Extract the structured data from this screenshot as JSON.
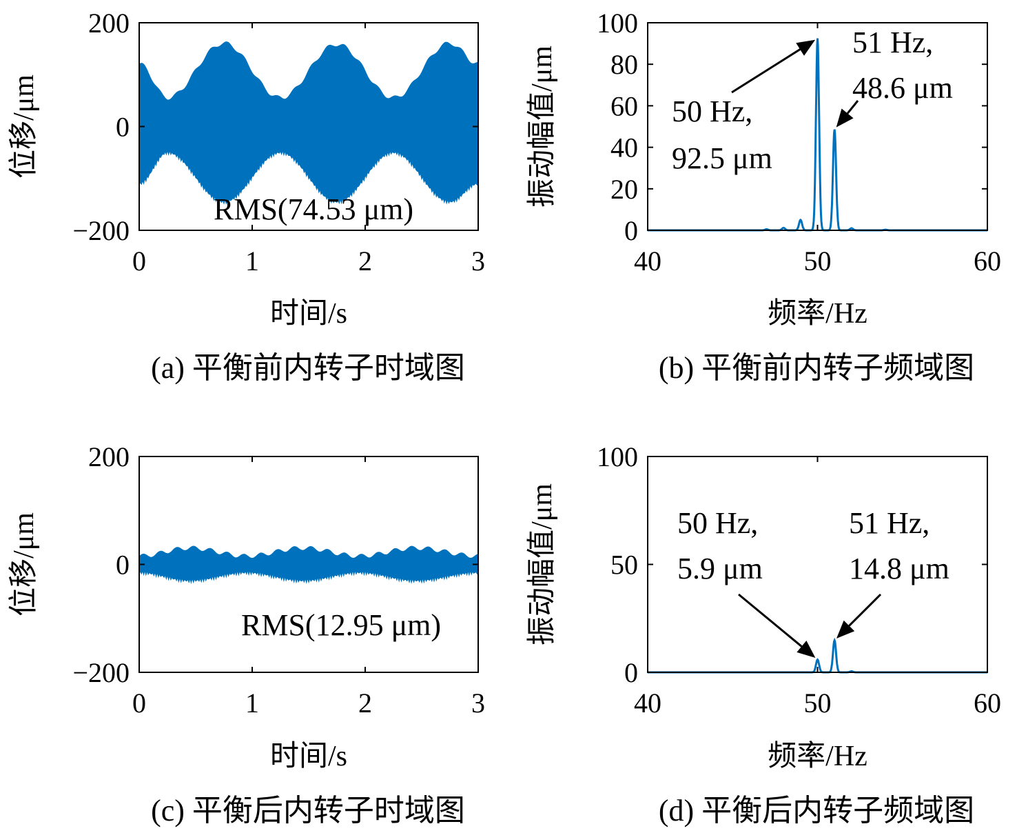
{
  "colors": {
    "series": "#0072BD",
    "axis": "#000000"
  },
  "chart_data": [
    {
      "id": "a",
      "type": "line",
      "caption": "(a) 平衡前内转子时域图",
      "xlabel": "时间/s",
      "ylabel": "位移/μm",
      "xlim": [
        0,
        3
      ],
      "ylim": [
        -200,
        200
      ],
      "xticks": [
        "0",
        "1",
        "2",
        "3"
      ],
      "yticks": [
        "200",
        "0",
        "−200"
      ],
      "series": [
        {
          "signal": "amplitude-modulated vibration",
          "carrier_hz": 50,
          "envelope_period_s": 1.0,
          "upper_envelope": {
            "t": [
              0,
              0.25,
              0.75,
              1.25,
              1.75,
              2.25,
              2.75,
              3.0
            ],
            "v": [
              120,
              55,
              160,
              55,
              158,
              55,
              160,
              120
            ]
          },
          "lower_envelope": {
            "t": [
              0,
              0.25,
              0.75,
              1.25,
              1.75,
              2.25,
              2.75,
              3.0
            ],
            "v": [
              -110,
              -50,
              -145,
              -50,
              -145,
              -50,
              -145,
              -110
            ]
          }
        }
      ],
      "annotations": [
        "RMS(74.53 μm)"
      ]
    },
    {
      "id": "b",
      "type": "line",
      "caption": "(b) 平衡前内转子频域图",
      "xlabel": "频率/Hz",
      "ylabel": "振动幅值/μm",
      "xlim": [
        40,
        60
      ],
      "ylim": [
        0,
        100
      ],
      "xticks": [
        "40",
        "50",
        "60"
      ],
      "yticks": [
        "100",
        "80",
        "60",
        "40",
        "20",
        "0"
      ],
      "series": [
        {
          "peaks": [
            {
              "x": 47,
              "y": 0.5
            },
            {
              "x": 48,
              "y": 1.2
            },
            {
              "x": 49,
              "y": 5
            },
            {
              "x": 50,
              "y": 92.5
            },
            {
              "x": 51,
              "y": 48.6
            },
            {
              "x": 52,
              "y": 1
            },
            {
              "x": 54,
              "y": 0.3
            }
          ]
        }
      ],
      "annotations": [
        {
          "lines": [
            "50 Hz,",
            "92.5 μm"
          ],
          "target": {
            "x": 50,
            "y": 92.5
          }
        },
        {
          "lines": [
            "51 Hz,",
            "48.6 μm"
          ],
          "target": {
            "x": 51,
            "y": 48.6
          }
        }
      ]
    },
    {
      "id": "c",
      "type": "line",
      "caption": "(c) 平衡后内转子时域图",
      "xlabel": "时间/s",
      "ylabel": "位移/μm",
      "xlim": [
        0,
        3
      ],
      "ylim": [
        -200,
        200
      ],
      "xticks": [
        "0",
        "1",
        "2",
        "3"
      ],
      "yticks": [
        "200",
        "0",
        "−200"
      ],
      "series": [
        {
          "signal": "amplitude-modulated vibration",
          "carrier_hz": 50,
          "envelope_period_s": 1.0,
          "upper_envelope": {
            "t": [
              0,
              0.45,
              0.95,
              1.45,
              1.95,
              2.45,
              3.0
            ],
            "v": [
              15,
              30,
              15,
              30,
              15,
              30,
              15
            ]
          },
          "lower_envelope": {
            "t": [
              0,
              0.45,
              0.95,
              1.45,
              1.95,
              2.45,
              3.0
            ],
            "v": [
              -15,
              -30,
              -15,
              -30,
              -15,
              -30,
              -15
            ]
          }
        }
      ],
      "annotations": [
        "RMS(12.95 μm)"
      ]
    },
    {
      "id": "d",
      "type": "line",
      "caption": "(d) 平衡后内转子频域图",
      "xlabel": "频率/Hz",
      "ylabel": "振动幅值/μm",
      "xlim": [
        40,
        60
      ],
      "ylim": [
        0,
        100
      ],
      "xticks": [
        "40",
        "50",
        "60"
      ],
      "yticks": [
        "100",
        "50",
        "0"
      ],
      "series": [
        {
          "peaks": [
            {
              "x": 50,
              "y": 5.9
            },
            {
              "x": 51,
              "y": 14.8
            },
            {
              "x": 52,
              "y": 0.5
            }
          ]
        }
      ],
      "annotations": [
        {
          "lines": [
            "50 Hz,",
            "5.9 μm"
          ],
          "target": {
            "x": 50,
            "y": 5.9
          }
        },
        {
          "lines": [
            "51 Hz,",
            "14.8 μm"
          ],
          "target": {
            "x": 51,
            "y": 14.8
          }
        }
      ]
    }
  ]
}
